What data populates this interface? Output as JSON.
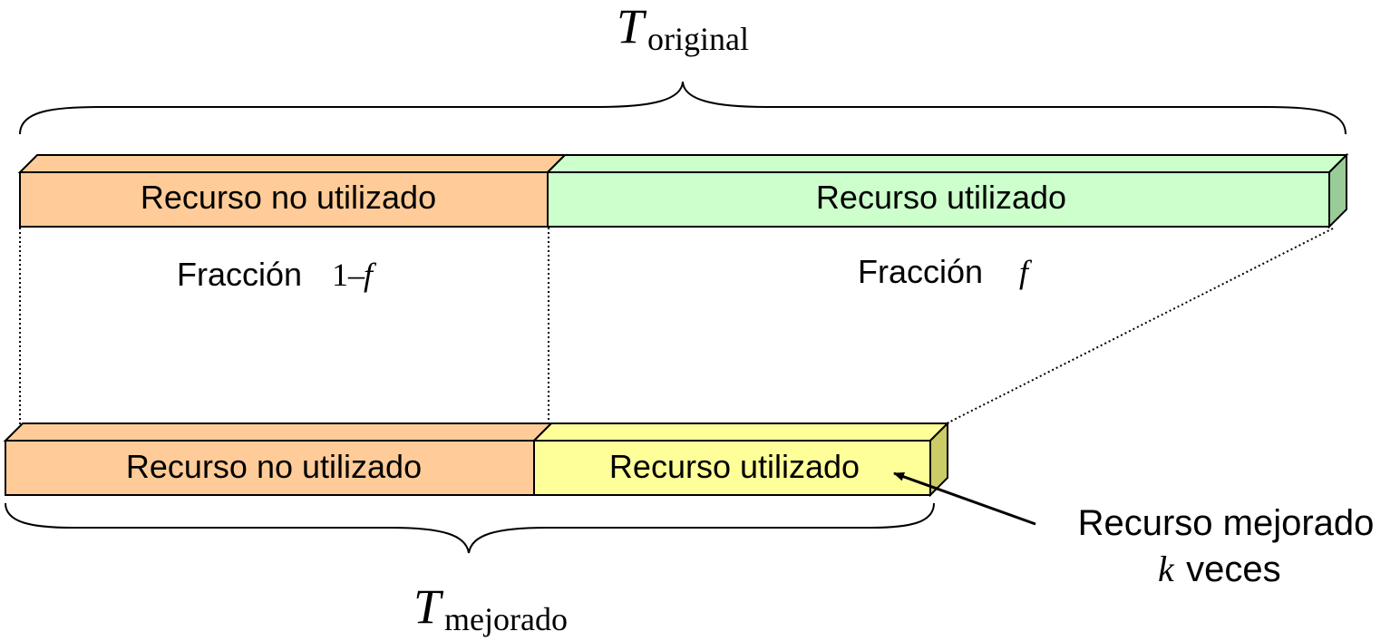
{
  "labels": {
    "t_symbol": "T",
    "t_original_sub": "original",
    "t_mejorado_sub": "mejorado",
    "unused_resource": "Recurso no utilizado",
    "used_resource": "Recurso utilizado",
    "fraction_word": "Fracción",
    "fraction_one_minus_f": "1–",
    "f_symbol": "f",
    "improved_line1": "Recurso mejorado",
    "improved_k": "k",
    "improved_line2_rest": " veces"
  },
  "colors": {
    "unused_front": "#FFCC99",
    "unused_top": "#FFCC99",
    "used_top_front": "#CCFFCC",
    "used_top_side": "#99CC99",
    "improved_front": "#FFFF99",
    "improved_side": "#CCCC66",
    "stroke": "#000000"
  }
}
